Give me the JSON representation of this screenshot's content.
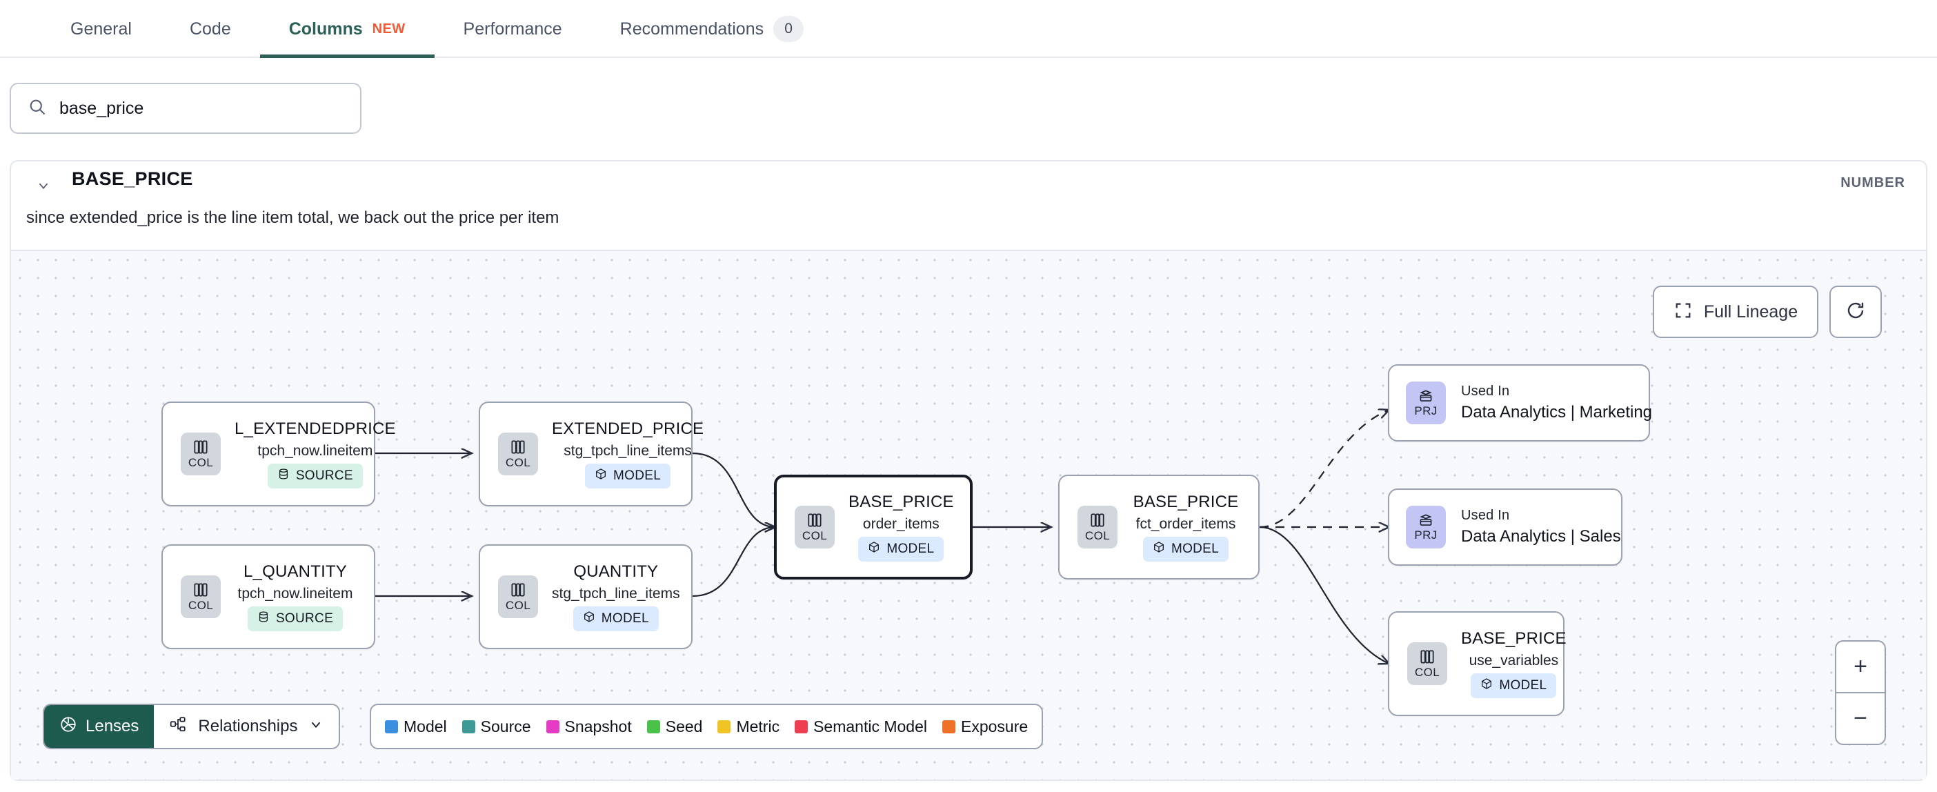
{
  "tabs": [
    {
      "label": "General",
      "active": false,
      "new": "",
      "count": ""
    },
    {
      "label": "Code",
      "active": false,
      "new": "",
      "count": ""
    },
    {
      "label": "Columns",
      "active": true,
      "new": "NEW",
      "count": ""
    },
    {
      "label": "Performance",
      "active": false,
      "new": "",
      "count": ""
    },
    {
      "label": "Recommendations",
      "active": false,
      "new": "",
      "count": "0"
    }
  ],
  "search": {
    "value": "base_price",
    "placeholder": "Search columns",
    "icon": "search-icon"
  },
  "column": {
    "name": "BASE_PRICE",
    "type": "NUMBER",
    "description": "since extended_price is the line item total, we back out the price per item",
    "expanded": true
  },
  "lineage": {
    "nodes": [
      {
        "id": "n1",
        "kind": "COL",
        "title": "L_EXTENDEDPRICE",
        "sub": "tpch_now.lineitem",
        "badge": "SOURCE",
        "badge_type": "source",
        "focus": false
      },
      {
        "id": "n2",
        "kind": "COL",
        "title": "L_QUANTITY",
        "sub": "tpch_now.lineitem",
        "badge": "SOURCE",
        "badge_type": "source",
        "focus": false
      },
      {
        "id": "n3",
        "kind": "COL",
        "title": "EXTENDED_PRICE",
        "sub": "stg_tpch_line_items",
        "badge": "MODEL",
        "badge_type": "model",
        "focus": false
      },
      {
        "id": "n4",
        "kind": "COL",
        "title": "QUANTITY",
        "sub": "stg_tpch_line_items",
        "badge": "MODEL",
        "badge_type": "model",
        "focus": false
      },
      {
        "id": "n5",
        "kind": "COL",
        "title": "BASE_PRICE",
        "sub": "order_items",
        "badge": "MODEL",
        "badge_type": "model",
        "focus": true
      },
      {
        "id": "n6",
        "kind": "COL",
        "title": "BASE_PRICE",
        "sub": "fct_order_items",
        "badge": "MODEL",
        "badge_type": "model",
        "focus": false
      },
      {
        "id": "n7",
        "kind": "PRJ",
        "title": "Used In",
        "sub": "Data Analytics | Marketing",
        "badge": "",
        "badge_type": "",
        "focus": false
      },
      {
        "id": "n8",
        "kind": "PRJ",
        "title": "Used In",
        "sub": "Data Analytics | Sales",
        "badge": "",
        "badge_type": "",
        "focus": false
      },
      {
        "id": "n9",
        "kind": "COL",
        "title": "BASE_PRICE",
        "sub": "use_variables",
        "badge": "MODEL",
        "badge_type": "model",
        "focus": false
      }
    ]
  },
  "controls": {
    "full_lineage": "Full Lineage",
    "refresh_icon": "refresh-icon",
    "zoom_in": "+",
    "zoom_out": "−"
  },
  "bottombar": {
    "lenses": "Lenses",
    "relationships": "Relationships",
    "legend": [
      {
        "label": "Model",
        "color": "#3b8fe0"
      },
      {
        "label": "Source",
        "color": "#3d9a96"
      },
      {
        "label": "Snapshot",
        "color": "#e33bc4"
      },
      {
        "label": "Seed",
        "color": "#4ac24a"
      },
      {
        "label": "Metric",
        "color": "#f0c424"
      },
      {
        "label": "Semantic Model",
        "color": "#ee3e52"
      },
      {
        "label": "Exposure",
        "color": "#ef7127"
      }
    ]
  },
  "colors": {
    "accent": "#2d6158",
    "new_badge": "#f15b36",
    "model_badge_bg": "#dbeafe",
    "source_badge_bg": "#d6f2e6",
    "col_icon_bg": "#d2d6dd",
    "prj_icon_bg": "#c3c5f4",
    "canvas_bg": "#f7f8fb"
  }
}
